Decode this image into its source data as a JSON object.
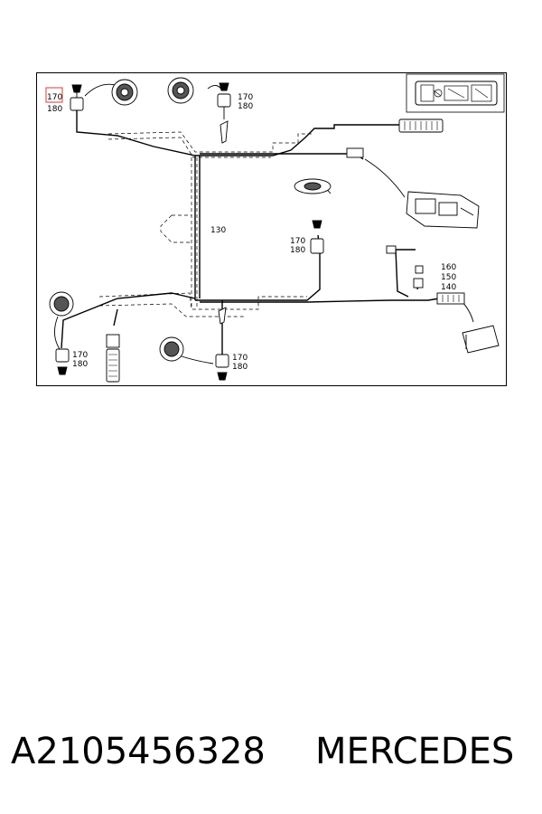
{
  "diagram": {
    "callouts": {
      "top_left": [
        "170",
        "180"
      ],
      "top_center": [
        "170",
        "180"
      ],
      "center_right": [
        "170",
        "180"
      ],
      "bottom_left": [
        "170",
        "180"
      ],
      "bottom_center": [
        "170",
        "180"
      ],
      "right_stack": [
        "160",
        "150",
        "140"
      ],
      "harness": "130"
    },
    "highlight_color": "#e05a5a"
  },
  "footer": {
    "part_number": "A2105456328",
    "brand": "MERCEDES"
  }
}
